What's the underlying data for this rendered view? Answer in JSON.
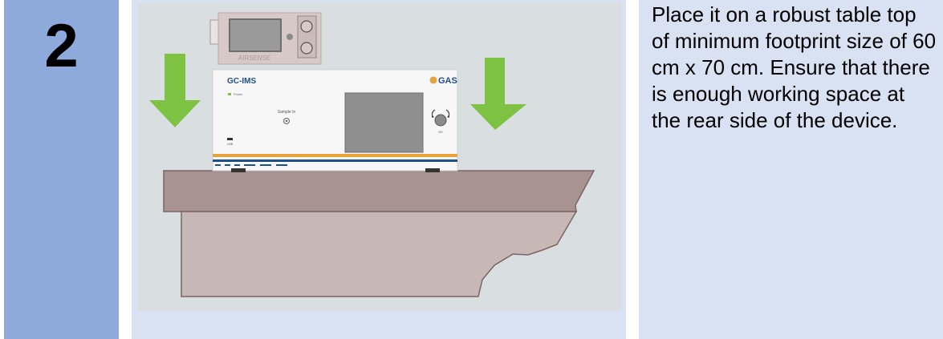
{
  "step": {
    "number": "2"
  },
  "instruction": {
    "text": "Place it on a robust table top of minimum footprint size of 60 cm x 70 cm. Ensure that there is enough working space at the rear side of the device."
  },
  "illustration": {
    "airsense_label": "AIRSENSE",
    "device_title": "GC-IMS",
    "brand": "GAS",
    "power_label": "Power",
    "sample_label": "Sample In",
    "ok_label": "OK",
    "usb_label": "USB",
    "colors": {
      "arrow": "#7dc242",
      "table_top": "#a89391",
      "table_body": "#c7b8b6",
      "stripe_orange": "#e8a33d",
      "stripe_blue": "#1f4e8c"
    }
  }
}
